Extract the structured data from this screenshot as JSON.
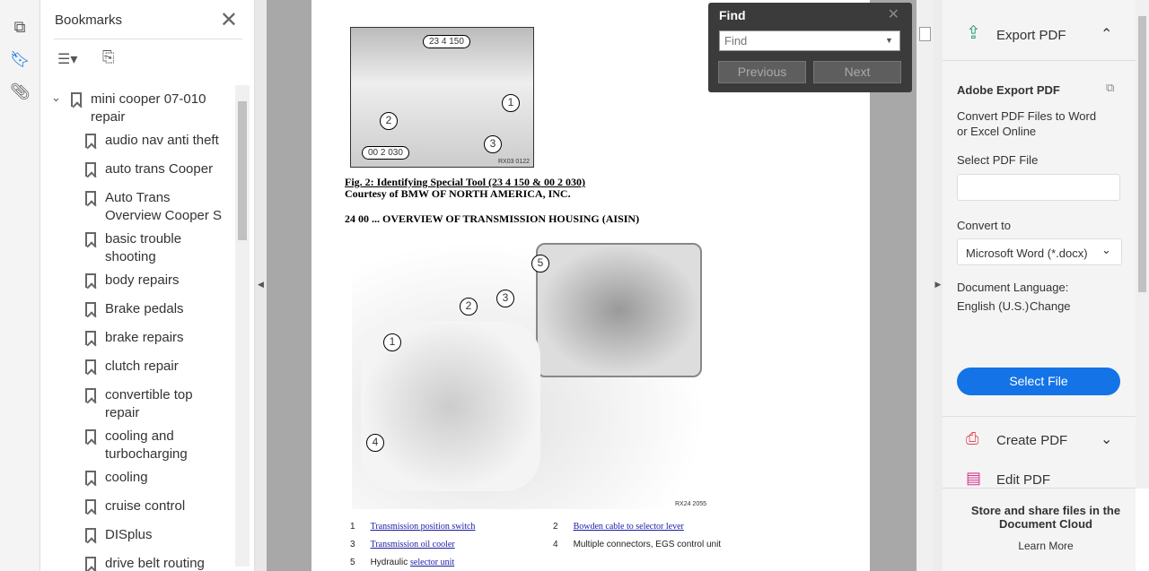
{
  "bookmarks": {
    "title": "Bookmarks",
    "items": [
      {
        "label": "mini cooper 07-010 repair"
      },
      {
        "label": "audio nav anti theft"
      },
      {
        "label": "auto trans Cooper"
      },
      {
        "label": "Auto Trans Overview Cooper S"
      },
      {
        "label": "basic trouble shooting"
      },
      {
        "label": "body repairs"
      },
      {
        "label": "Brake pedals"
      },
      {
        "label": "brake repairs"
      },
      {
        "label": "clutch repair"
      },
      {
        "label": "convertible top repair"
      },
      {
        "label": "cooling and turbocharging"
      },
      {
        "label": "cooling"
      },
      {
        "label": "cruise control"
      },
      {
        "label": "DISplus"
      },
      {
        "label": "drive belt routing"
      }
    ]
  },
  "document": {
    "fig1_labels": [
      "23 4 150",
      "00 2 030",
      "1",
      "2",
      "3",
      "RX03 0122"
    ],
    "fig_caption": "Fig. 2: Identifying Special Tool (23 4 150 & 00 2 030)",
    "courtesy": "Courtesy of BMW OF NORTH AMERICA, INC.",
    "section_heading": "24 00 ... OVERVIEW OF TRANSMISSION HOUSING (AISIN)",
    "fig2_code": "RX24 2055",
    "legend": [
      {
        "num": "1",
        "text": "",
        "link": "Transmission position switch"
      },
      {
        "num": "2",
        "text": "",
        "link": "Bowden cable to selector lever"
      },
      {
        "num": "3",
        "text": "",
        "link": "Transmission oil cooler"
      },
      {
        "num": "4",
        "text": "Multiple connectors, EGS control unit",
        "link": ""
      },
      {
        "num": "5",
        "text": "Hydraulic ",
        "link": "selector unit"
      }
    ]
  },
  "find": {
    "title": "Find",
    "placeholder": "Find",
    "previous": "Previous",
    "next": "Next"
  },
  "right_panel": {
    "export_title": "Export PDF",
    "adobe_export": "Adobe Export PDF",
    "desc": "Convert PDF Files to Word or Excel Online",
    "select_pdf": "Select PDF File",
    "convert_to": "Convert to",
    "format": "Microsoft Word (*.docx)",
    "doc_lang": "Document Language:",
    "lang": "English (U.S.)",
    "change": "Change",
    "select_file": "Select File",
    "create_pdf": "Create PDF",
    "edit_pdf": "Edit PDF",
    "store": "Store and share files in the Document Cloud",
    "learn_more": "Learn More"
  }
}
